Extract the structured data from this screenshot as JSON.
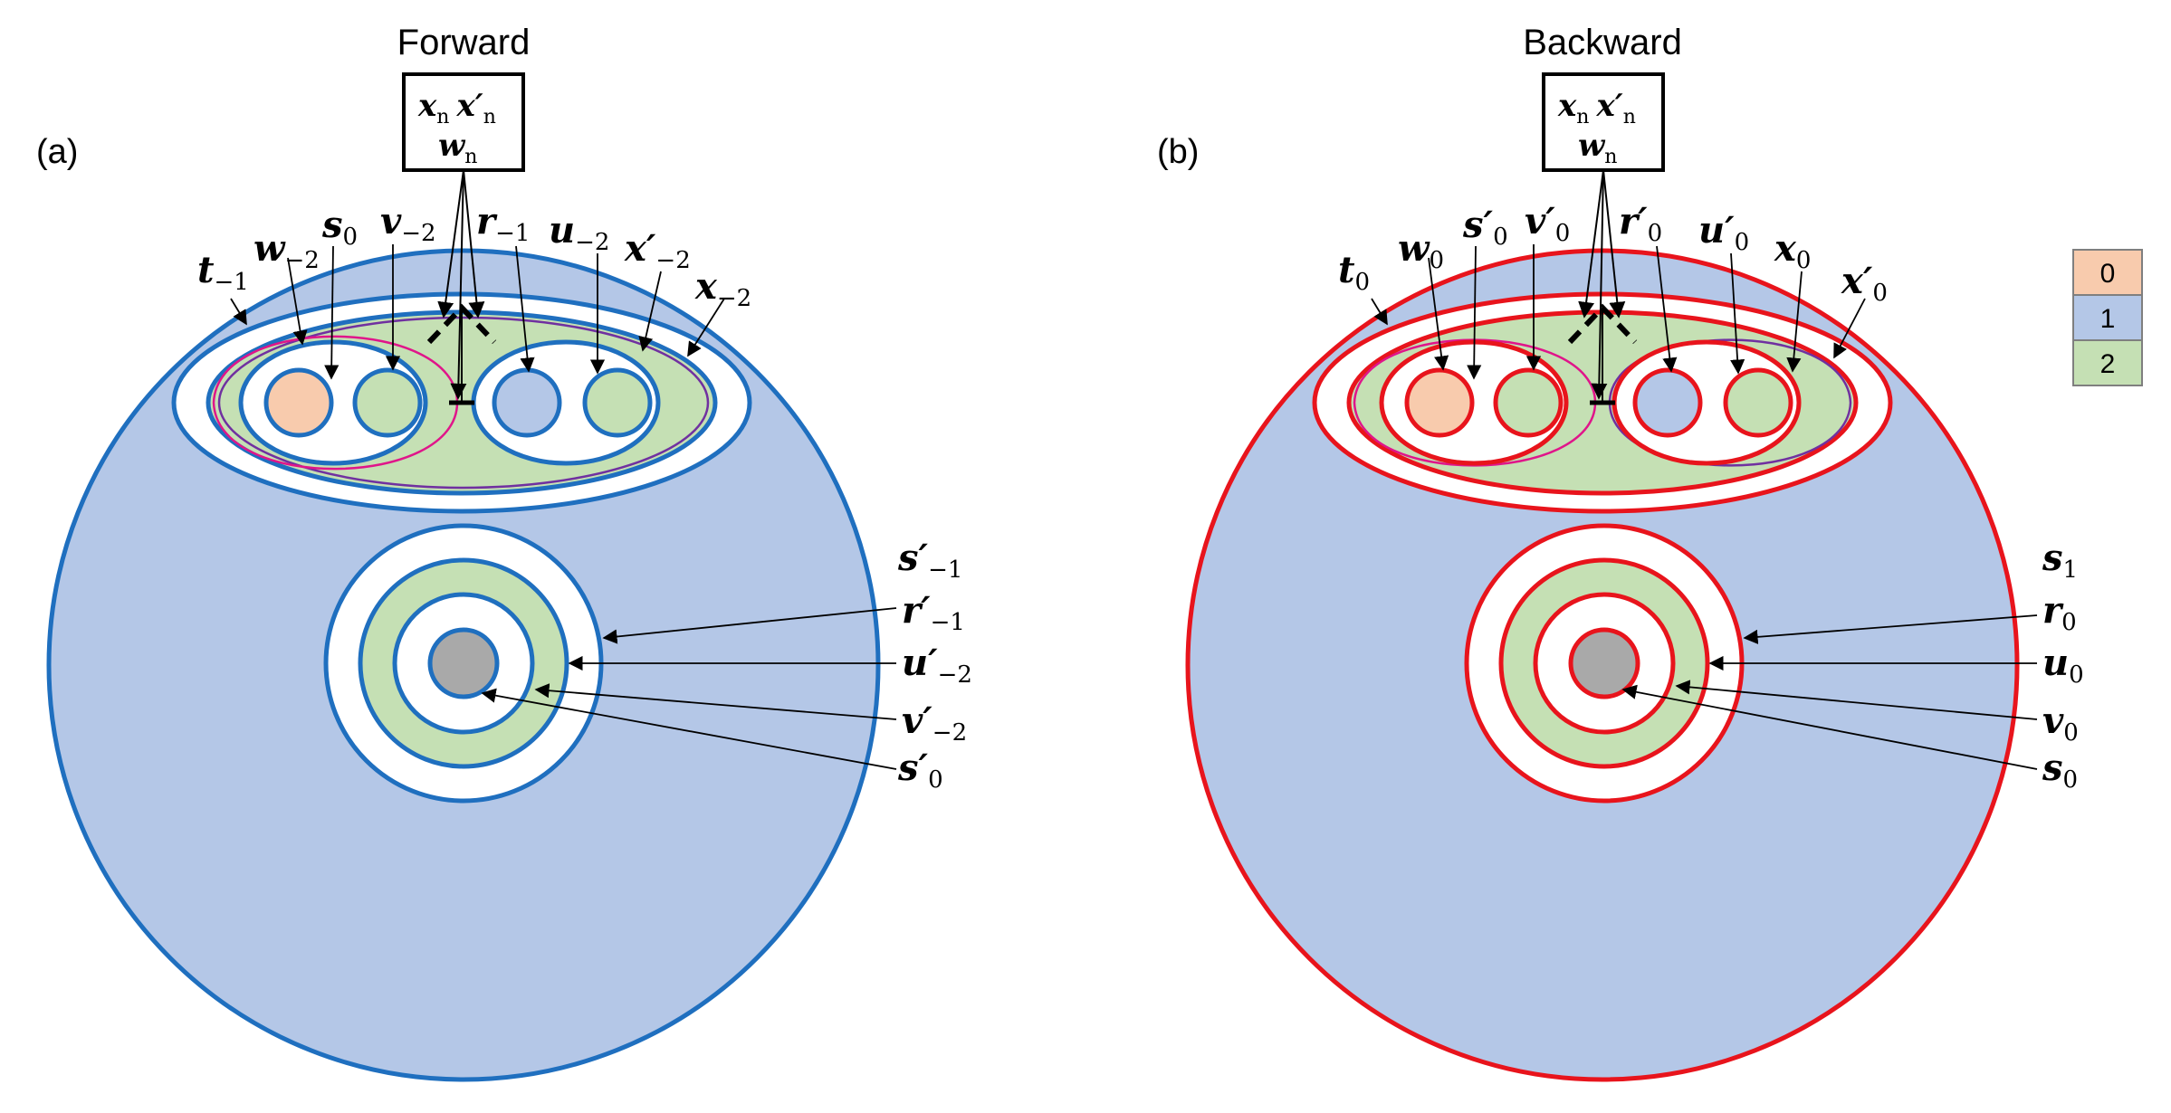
{
  "colors": {
    "blue_stroke": "#1f6fbf",
    "red_stroke": "#e8141c",
    "fill_blue": "#b4c7e7",
    "fill_green": "#c5e0b4",
    "fill_peach": "#f8cbad",
    "fill_grey": "#a9a9a9",
    "purple": "#7030a0",
    "magenta": "#e0158a"
  },
  "panel_a": {
    "tag": "(a)",
    "title": "Forward",
    "box": {
      "line1_a": "x",
      "line1_a_sub": "n",
      "line1_b": "x′",
      "line1_b_sub": "n",
      "line2": "w",
      "line2_sub": "n"
    },
    "top_labels": [
      {
        "name": "t",
        "sub": "−1"
      },
      {
        "name": "w",
        "sub": "−2"
      },
      {
        "name": "s",
        "sub": "0"
      },
      {
        "name": "v",
        "sub": "−2"
      },
      {
        "name": "r",
        "sub": "−1"
      },
      {
        "name": "u",
        "sub": "−2"
      },
      {
        "name": "x′",
        "sub": "−2"
      },
      {
        "name": "x",
        "sub": "−2"
      }
    ],
    "right_labels": [
      {
        "name": "s′",
        "sub": "−1"
      },
      {
        "name": "r′",
        "sub": "−1"
      },
      {
        "name": "u′",
        "sub": "−2"
      },
      {
        "name": "v′",
        "sub": "−2"
      },
      {
        "name": "s′",
        "sub": "0"
      }
    ]
  },
  "panel_b": {
    "tag": "(b)",
    "title": "Backward",
    "box": {
      "line1_a": "x",
      "line1_a_sub": "n",
      "line1_b": "x′",
      "line1_b_sub": "n",
      "line2": "w",
      "line2_sub": "n"
    },
    "top_labels": [
      {
        "name": "t",
        "sub": "0"
      },
      {
        "name": "w",
        "sub": "0"
      },
      {
        "name": "s′",
        "sub": "0"
      },
      {
        "name": "v′",
        "sub": "0"
      },
      {
        "name": "r′",
        "sub": "0"
      },
      {
        "name": "u′",
        "sub": "0"
      },
      {
        "name": "x",
        "sub": "0"
      },
      {
        "name": "x′",
        "sub": "0"
      }
    ],
    "right_labels": [
      {
        "name": "s",
        "sub": "1"
      },
      {
        "name": "r",
        "sub": "0"
      },
      {
        "name": "u",
        "sub": "0"
      },
      {
        "name": "v",
        "sub": "0"
      },
      {
        "name": "s",
        "sub": "0"
      }
    ]
  },
  "legend": [
    {
      "label": "0",
      "color": "#f8cbad"
    },
    {
      "label": "1",
      "color": "#b4c7e7"
    },
    {
      "label": "2",
      "color": "#c5e0b4"
    }
  ]
}
